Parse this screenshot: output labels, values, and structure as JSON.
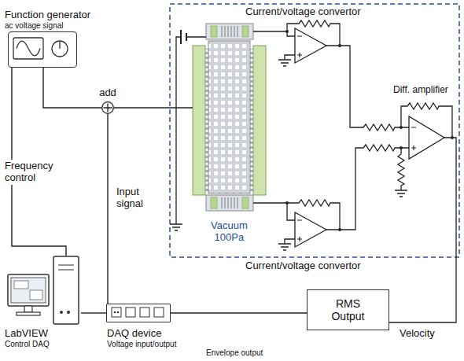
{
  "diagram": {
    "nodes": [
      {
        "text": [
          "Function generator",
          "ac voltage signal"
        ]
      },
      {
        "text": [
          "add"
        ]
      },
      {
        "text": [
          "RMS Output"
        ]
      },
      {
        "text": [
          "DAQ device",
          "Voltage input/output"
        ]
      },
      {
        "text": [
          "LabVIEW",
          "Control DAQ"
        ]
      }
    ],
    "edges": [
      {
        "from": 0,
        "to": 1,
        "arrow": "none"
      },
      {
        "from": 3,
        "to": 1,
        "label": "Input signal",
        "arrow": "none"
      },
      {
        "from": 4,
        "to": 0,
        "label": "Frequency control",
        "arrow": "none"
      },
      {
        "from": 2,
        "to": 3,
        "arrow": "none"
      },
      {
        "from": 4,
        "to": 3,
        "arrow": "none"
      }
    ],
    "labels": [
      "Current/voltage convertor",
      "Current/voltage convertor",
      "Diff. amplifier",
      "Vacuum 100Pa",
      "Velocity",
      "Envelope output"
    ]
  }
}
